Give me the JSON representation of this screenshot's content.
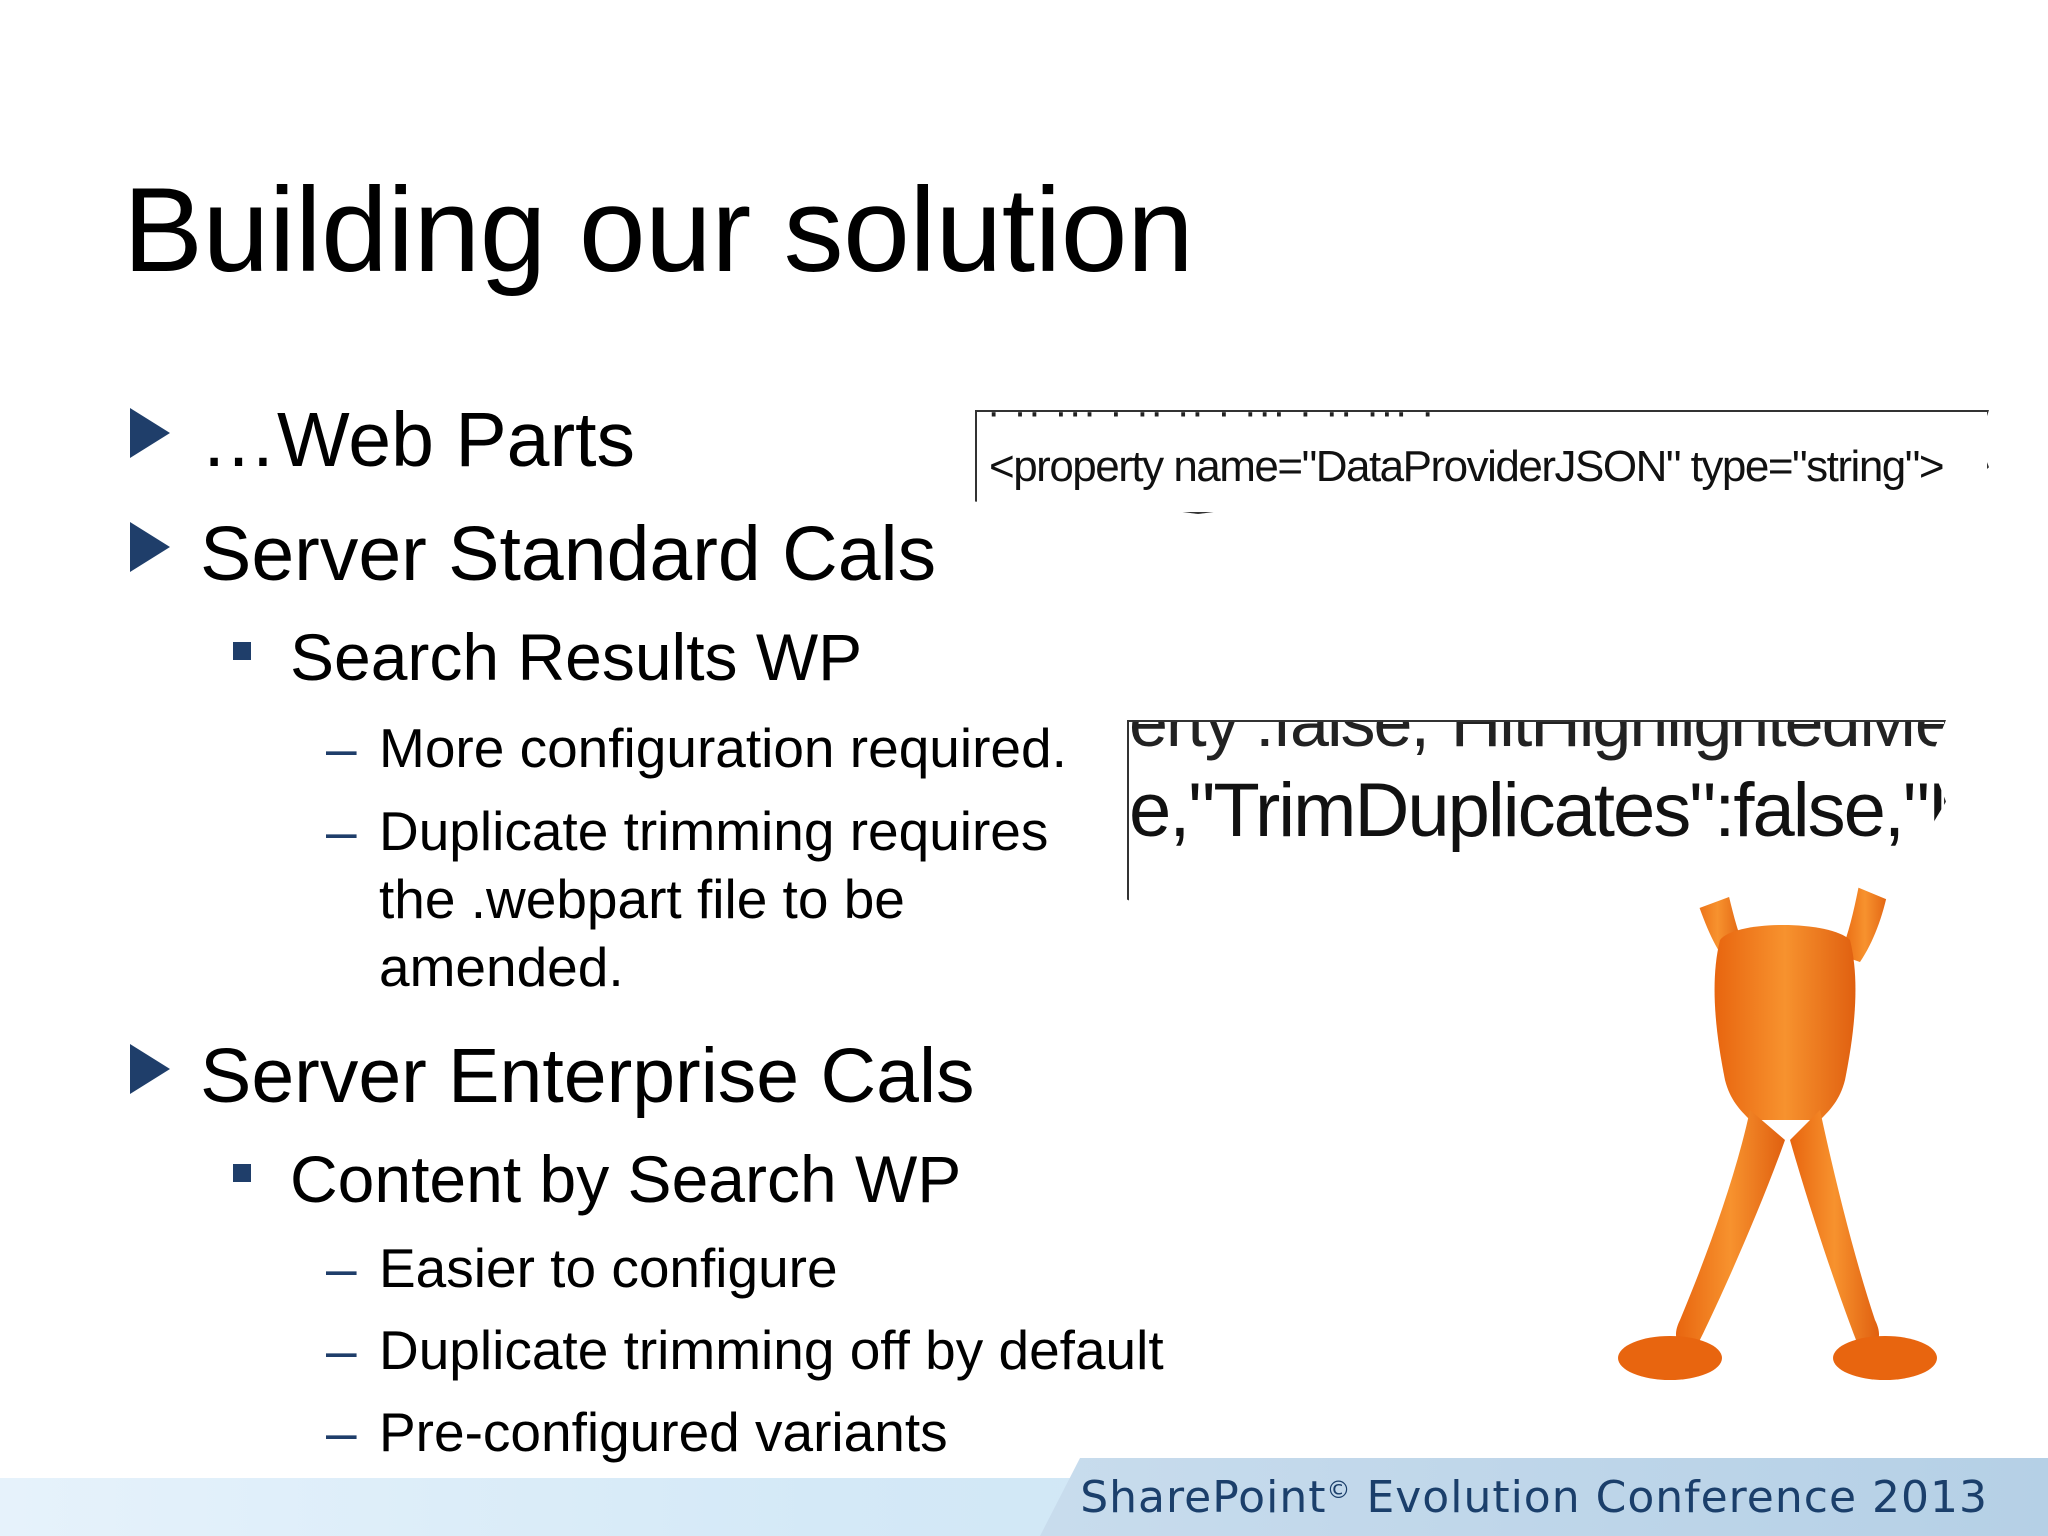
{
  "slide": {
    "title": "Building our solution",
    "bullets": {
      "b1": "…Web Parts",
      "b2": "Server Standard Cals",
      "b2_sub": "Search Results WP",
      "b2_sub_items": [
        "More configuration required.",
        "Duplicate trimming requires",
        "the .webpart file to be",
        "amended."
      ],
      "b3": "Server Enterprise Cals",
      "b3_sub": "Content by Search WP",
      "b3_sub_items": [
        "Easier to configure",
        "Duplicate trimming off by default",
        "Pre-configured variants"
      ]
    },
    "code_scrap_1": "<property name=\"DataProviderJSON\" type=\"string\">",
    "code_scrap_2": "e,\"TrimDuplicates\":false,\"Pr",
    "footer": {
      "brand": "SharePoint",
      "mark": "©",
      "rest": " Evolution Conference 2013"
    },
    "colors": {
      "bullet": "#1f3e6a",
      "footer_text": "#1b3f6b",
      "figure": "#f07a1e"
    }
  }
}
